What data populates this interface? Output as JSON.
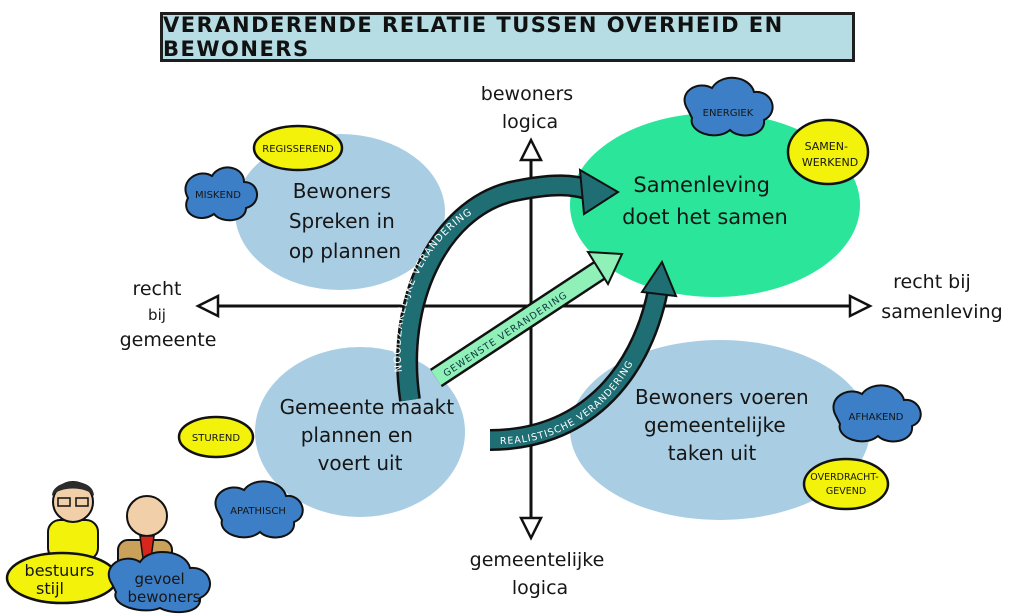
{
  "title": "VERANDERENDE RELATIE TUSSEN OVERHEID EN BEWONERS",
  "axes": {
    "top": [
      "bewoners",
      "logica"
    ],
    "bottom": [
      "gemeentelijke",
      "logica"
    ],
    "left": [
      "recht",
      "bij",
      "gemeente"
    ],
    "right": [
      "recht bij",
      "samenleving"
    ]
  },
  "quadrants": {
    "top_left": [
      "Bewoners",
      "Spreken in",
      "op plannen"
    ],
    "top_right": [
      "Samenleving",
      "doet het samen"
    ],
    "bottom_left": [
      "Gemeente maakt",
      "plannen en",
      "voert uit"
    ],
    "bottom_right": [
      "Bewoners voeren",
      "gemeentelijke",
      "taken uit"
    ]
  },
  "arrows": {
    "blue": "NOODZAKELIJKE VERANDERING",
    "green": "GEWENSTE VERANDERING",
    "realistic": "REALISTISCHE VERANDERING"
  },
  "tags": {
    "regisserend": "REGISSEREND",
    "miskend": "MISKEND",
    "energiek": "ENERGIEK",
    "samenwerkend": [
      "SAMEN-",
      "WERKEND"
    ],
    "sturend": "STUREND",
    "apathisch": "APATHISCH",
    "afhakend": "AFHAKEND",
    "overdrachtgevend": [
      "OVERDRACHT-",
      "GEVEND"
    ]
  },
  "legend": {
    "bestuursstijl": [
      "bestuurs",
      "stijl"
    ],
    "gevoel_bewoners": [
      "gevoel",
      "bewoners"
    ]
  },
  "colors": {
    "light_blue": "#a9cde3",
    "bright_green": "#2ae59a",
    "cloud_blue": "#3d7fc6",
    "tag_yellow": "#f2f20a",
    "arrow_teal": "#1f6e74",
    "arrow_light_green": "#8ff0b8"
  }
}
